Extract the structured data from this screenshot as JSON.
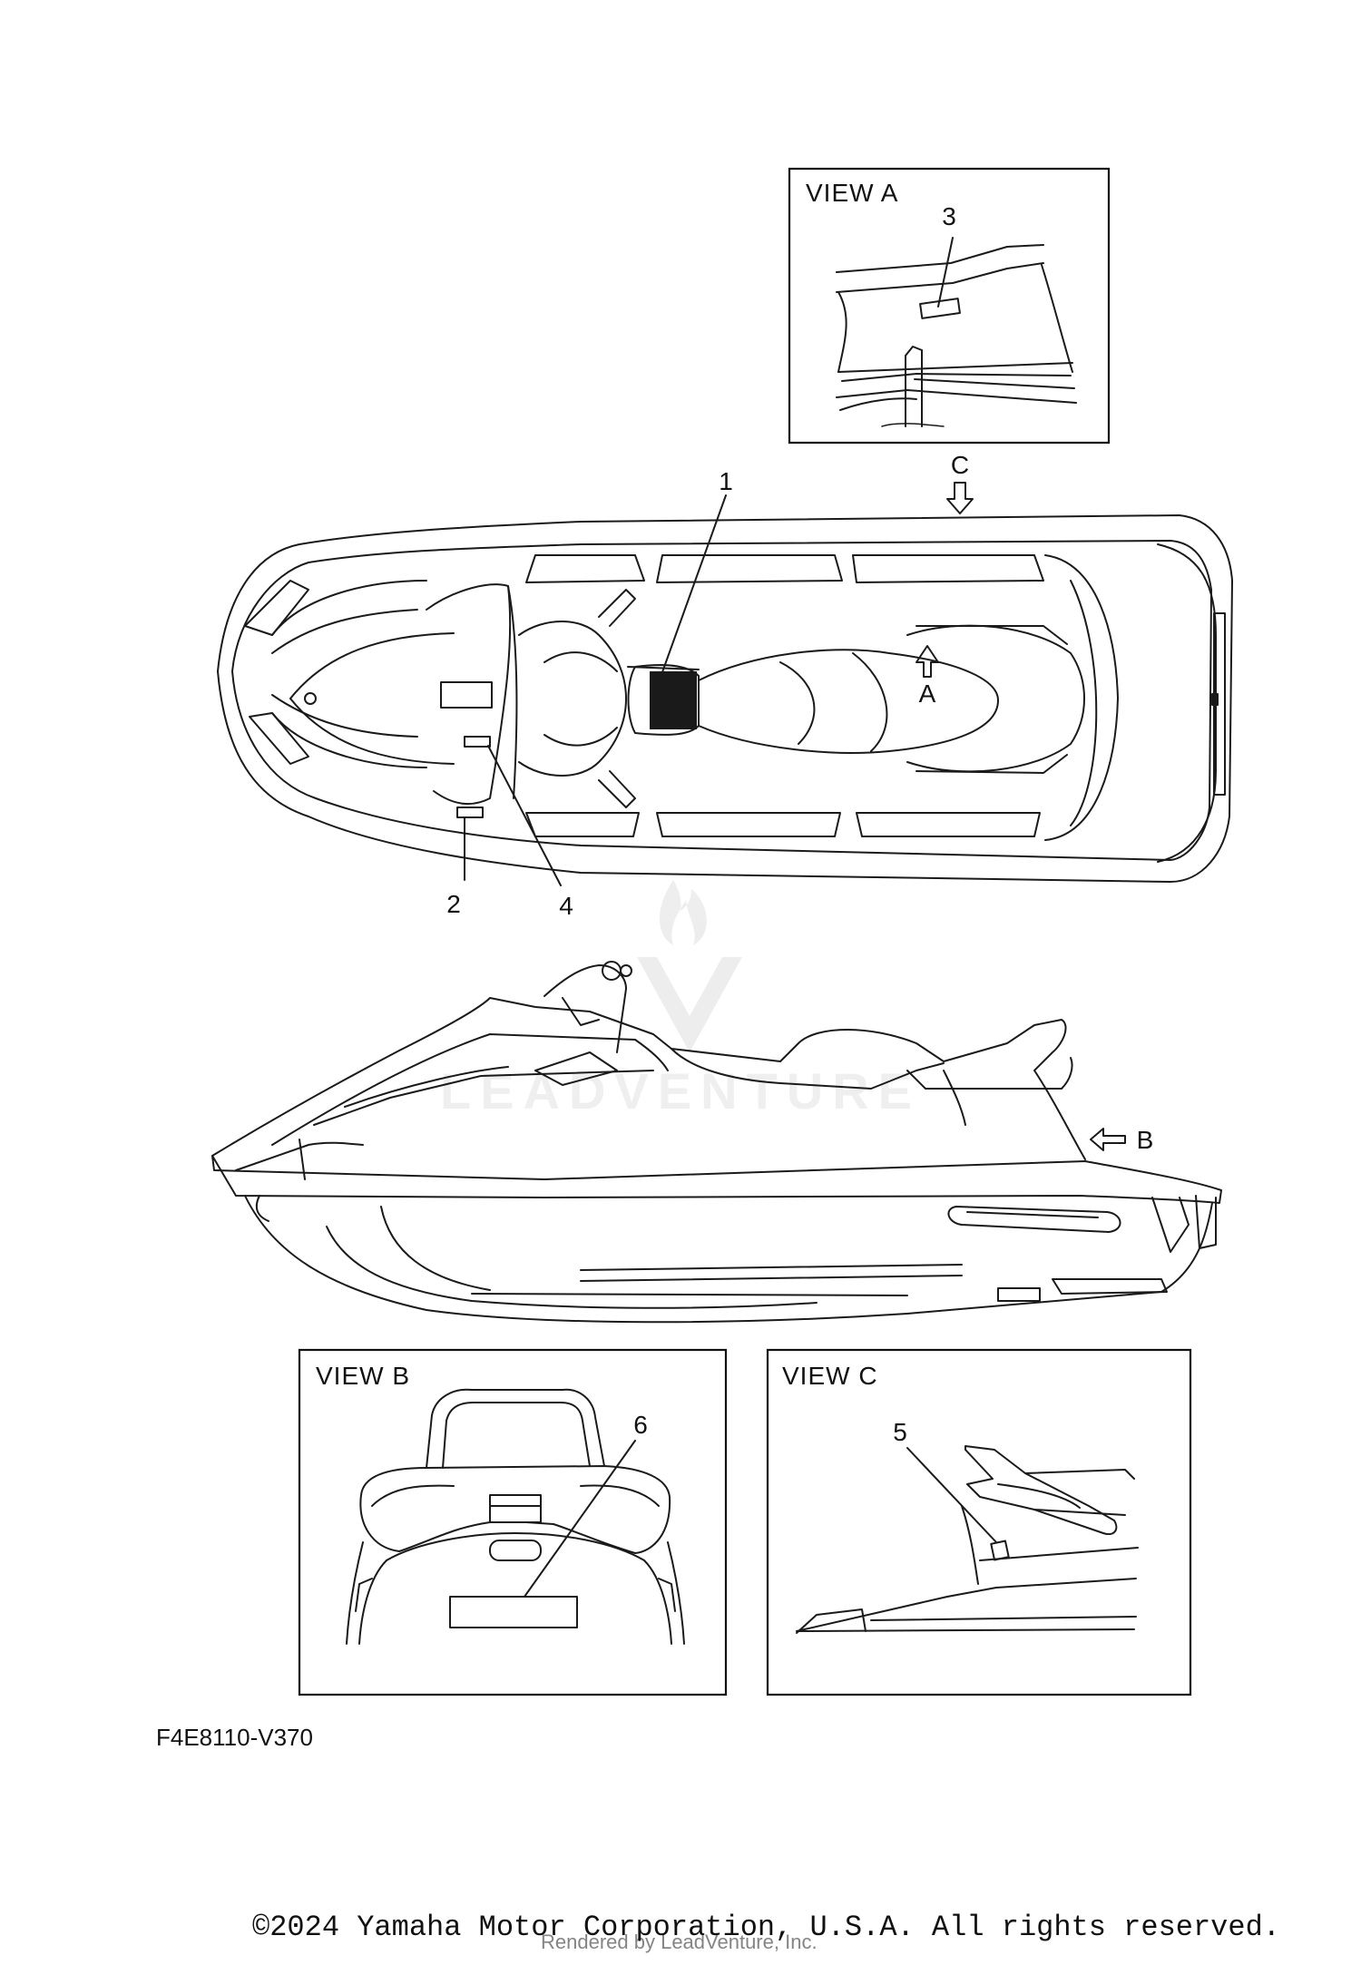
{
  "views": {
    "view_a": "VIEW A",
    "view_b": "VIEW B",
    "view_c": "VIEW C"
  },
  "view_markers": {
    "a": "A",
    "b": "B",
    "c": "C"
  },
  "callouts": {
    "n1": "1",
    "n2": "2",
    "n3": "3",
    "n4": "4",
    "n5": "5",
    "n6": "6"
  },
  "watermark": "LEADVENTURE",
  "figure_code": "F4E8110-V370",
  "copyright": "©2024 Yamaha Motor Corporation, U.S.A. All rights reserved.",
  "rendered_by": "Rendered by LeadVenture, Inc."
}
